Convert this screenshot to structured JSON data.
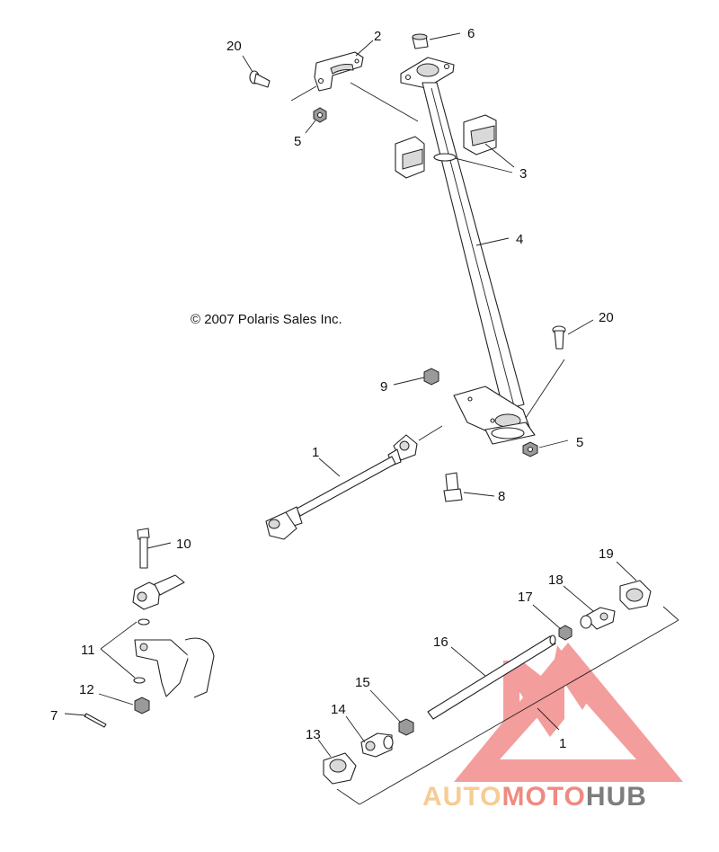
{
  "diagram": {
    "copyright": "© 2007 Polaris Sales Inc.",
    "callouts": [
      "20",
      "2",
      "6",
      "5",
      "3",
      "4",
      "20",
      "9",
      "5",
      "1",
      "8",
      "10",
      "11",
      "12",
      "7",
      "19",
      "18",
      "17",
      "16",
      "15",
      "14",
      "13",
      "1"
    ]
  },
  "watermark": {
    "text_a": "AUTO",
    "text_b": "MOTO",
    "text_c": "HUB",
    "colors": {
      "auto": "#f6cc93",
      "moto": "#f08a80",
      "hub": "#7d7d7d",
      "triangle": "#f07d7d"
    }
  }
}
